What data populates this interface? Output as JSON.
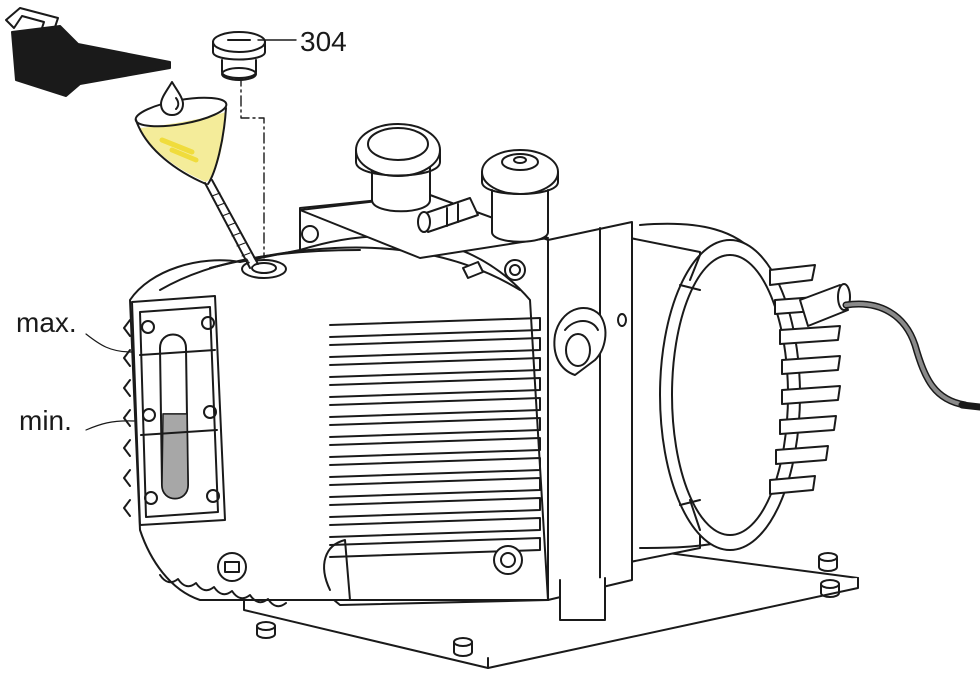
{
  "labels": {
    "part_number": "304",
    "level_max": "max.",
    "level_min": "min."
  },
  "oil_level_fill": 0.55,
  "colors": {
    "outline": "#1a1a1a",
    "oil_glass": "#a7a7a7",
    "funnel_oil": "#f4ec9a",
    "funnel_highlight": "#f0dc3c",
    "cable": "#8a8a8a",
    "can": "#1a1a1a"
  }
}
